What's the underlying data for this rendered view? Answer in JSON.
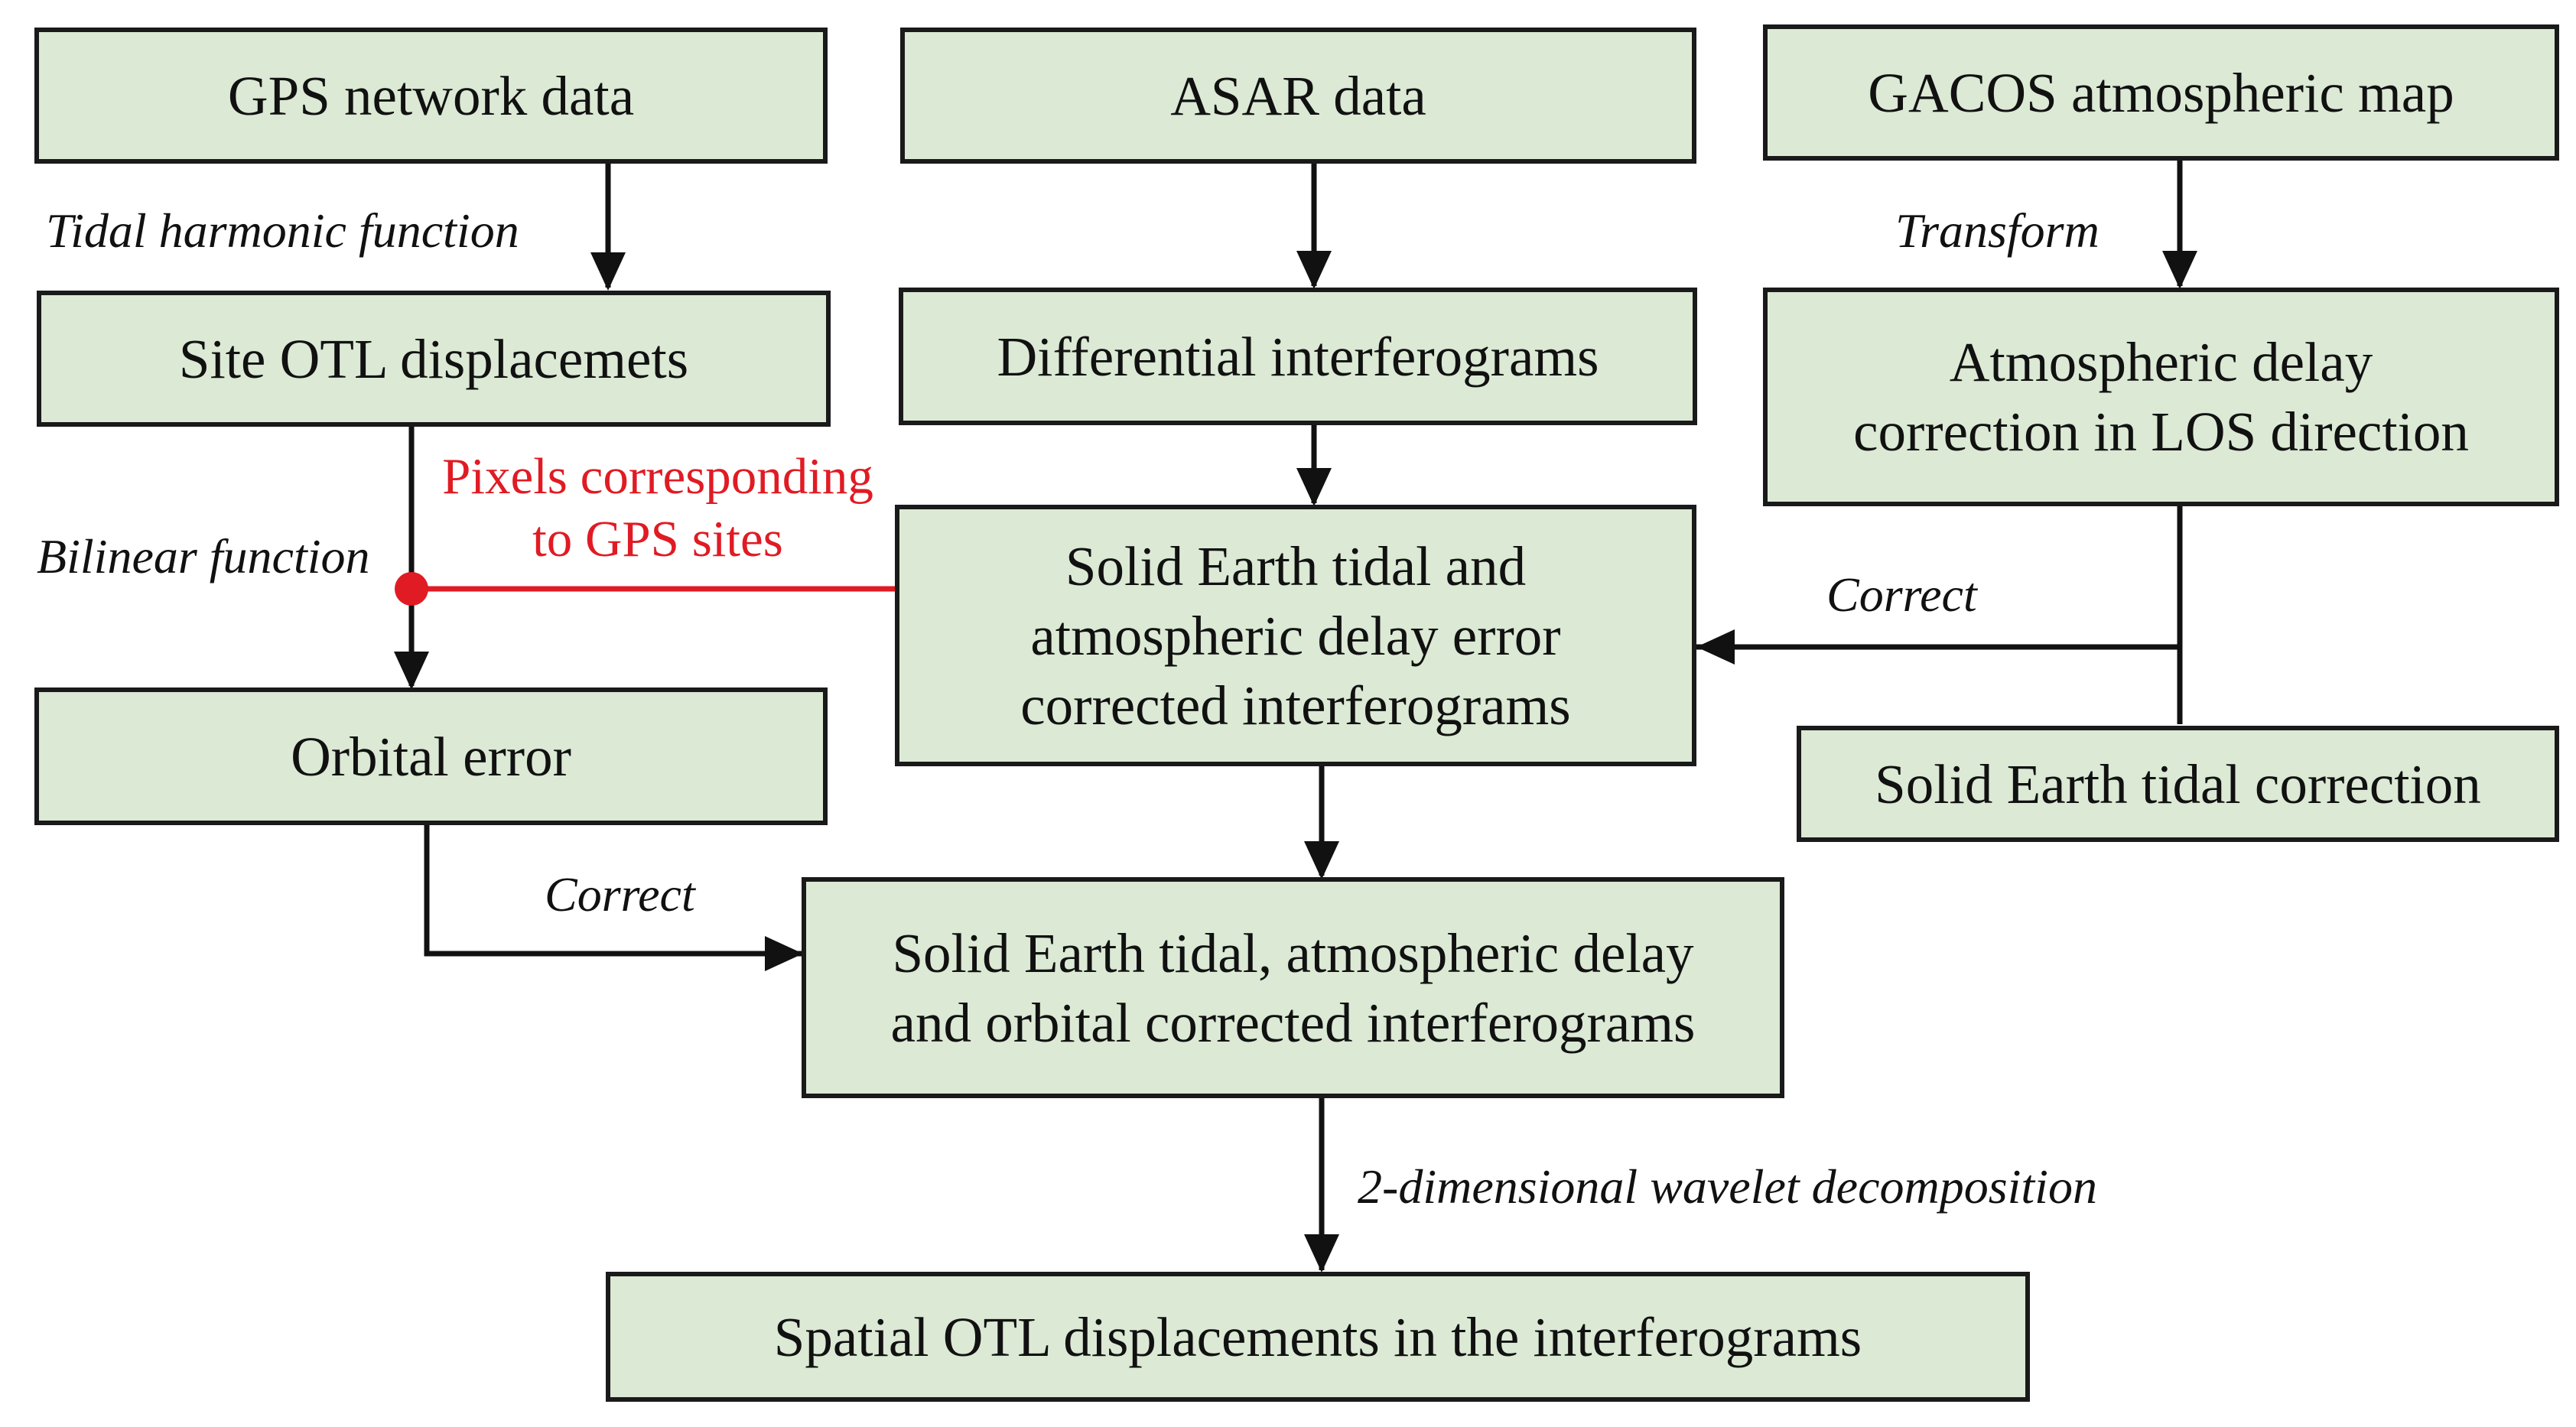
{
  "boxes": {
    "gps_network": "GPS network data",
    "asar": "ASAR data",
    "gacos": "GACOS atmospheric map",
    "site_otl": "Site OTL displacemets",
    "differential": "Differential interferograms",
    "atmos_delay": [
      "Atmospheric delay",
      "correction in LOS direction"
    ],
    "solid_earth_atmos": [
      "Solid Earth tidal and",
      "atmospheric delay error",
      "corrected interferograms"
    ],
    "orbital_error": "Orbital error",
    "solid_earth_tidal": "Solid Earth tidal correction",
    "solid_earth_atmos_orbital": [
      "Solid Earth tidal, atmospheric delay",
      "and orbital corrected interferograms"
    ],
    "spatial_otl": "Spatial OTL displacements in the interferograms"
  },
  "labels": {
    "tidal_harmonic": "Tidal harmonic function",
    "transform": "Transform",
    "pixels_corresponding": [
      "Pixels corresponding",
      "to GPS sites"
    ],
    "bilinear": "Bilinear function",
    "correct_right": "Correct",
    "correct_left": "Correct",
    "wavelet": "2-dimensional wavelet decomposition"
  },
  "colors": {
    "box_fill": "#dbe9d5",
    "line": "#111111",
    "highlight": "#e01b24"
  }
}
